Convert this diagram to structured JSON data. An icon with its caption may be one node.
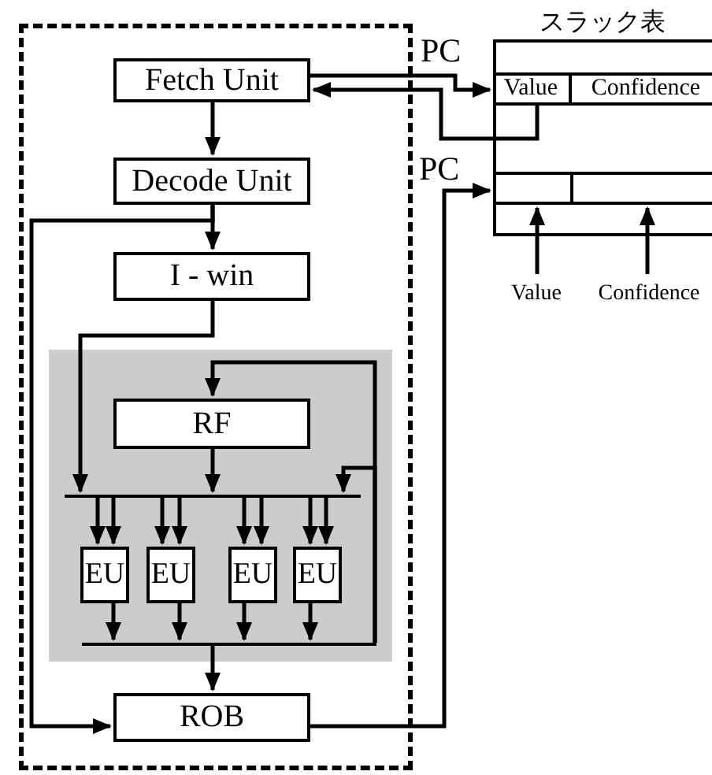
{
  "diagram": {
    "nodes": [
      {
        "text": [],
        "shape": "box"
      },
      {
        "text": [
          "Fetch Unit"
        ],
        "in": 0
      },
      {
        "text": [
          "Decode Unit"
        ],
        "in": 0
      },
      {
        "text": [
          "I - win"
        ],
        "in": 0
      },
      {
        "text": [],
        "shape": "box",
        "in": 0
      },
      {
        "text": [
          "RF"
        ],
        "in": 4
      },
      {
        "text": [],
        "shape": "bar",
        "in": 4
      },
      {
        "text": [
          "EU"
        ],
        "in": 4
      },
      {
        "text": [
          "EU"
        ],
        "in": 4
      },
      {
        "text": [
          "EU"
        ],
        "in": 4
      },
      {
        "text": [
          "EU"
        ],
        "in": 4
      },
      {
        "text": [],
        "shape": "bar",
        "in": 4
      },
      {
        "text": [
          "ROB"
        ],
        "in": 0
      },
      {
        "text": [
          "スラック表",
          "Value",
          "Confidence"
        ]
      },
      {
        "text": [
          "Value"
        ]
      },
      {
        "text": [
          "Confidence"
        ]
      }
    ],
    "edges": [
      {
        "from": 1,
        "to": 13,
        "arrow": "to",
        "label": "PC"
      },
      {
        "from": 13,
        "to": 1,
        "arrow": "to"
      },
      {
        "from": 1,
        "to": 2,
        "arrow": "to"
      },
      {
        "from": 2,
        "to": 3,
        "arrow": "to"
      },
      {
        "from": 2,
        "to": 12,
        "arrow": "to"
      },
      {
        "from": 3,
        "to": 6,
        "arrow": "to"
      },
      {
        "from": 5,
        "to": 6,
        "arrow": "to"
      },
      {
        "from": 11,
        "to": 6,
        "arrow": "to"
      },
      {
        "from": 6,
        "to": 7,
        "arrow": "to"
      },
      {
        "from": 6,
        "to": 7,
        "arrow": "to"
      },
      {
        "from": 6,
        "to": 8,
        "arrow": "to"
      },
      {
        "from": 6,
        "to": 8,
        "arrow": "to"
      },
      {
        "from": 6,
        "to": 9,
        "arrow": "to"
      },
      {
        "from": 6,
        "to": 9,
        "arrow": "to"
      },
      {
        "from": 6,
        "to": 10,
        "arrow": "to"
      },
      {
        "from": 6,
        "to": 10,
        "arrow": "to"
      },
      {
        "from": 7,
        "to": 11,
        "arrow": "to"
      },
      {
        "from": 8,
        "to": 11,
        "arrow": "to"
      },
      {
        "from": 9,
        "to": 11,
        "arrow": "to"
      },
      {
        "from": 10,
        "to": 11,
        "arrow": "to"
      },
      {
        "from": 11,
        "to": 12,
        "arrow": "to"
      },
      {
        "from": 11,
        "to": 5,
        "arrow": "to"
      },
      {
        "from": 12,
        "to": 13,
        "arrow": "to",
        "label": "PC"
      },
      {
        "from": 14,
        "to": 13,
        "arrow": "to"
      },
      {
        "from": 15,
        "to": 13,
        "arrow": "to"
      }
    ]
  }
}
